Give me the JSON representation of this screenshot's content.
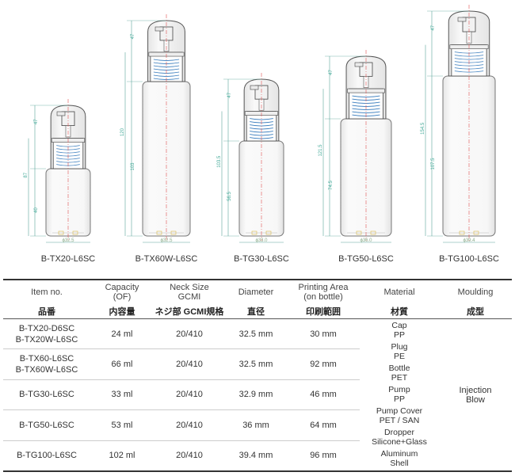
{
  "models": [
    {
      "name": "B-TX20-L6SC",
      "dims": [
        "47",
        "87",
        "40"
      ],
      "phi": "ϕ32.5"
    },
    {
      "name": "B-TX60W-L6SC",
      "dims": [
        "47",
        "120",
        "103"
      ],
      "phi": "ϕ32.5"
    },
    {
      "name": "B-TG30-L6SC",
      "dims": [
        "47",
        "103.5",
        "56.5"
      ],
      "phi": "ϕ33.0"
    },
    {
      "name": "B-TG50-L6SC",
      "dims": [
        "47",
        "121.5",
        "74.5"
      ],
      "phi": "ϕ36.0"
    },
    {
      "name": "B-TG100-L6SC",
      "dims": [
        "47",
        "154.5",
        "107.5"
      ],
      "phi": "ϕ39.4"
    }
  ],
  "table": {
    "headers_en": [
      "Item no.",
      "Capacity\n(OF)",
      "Neck Size\nGCMI",
      "Diameter",
      "Printing Area\n(on bottle)",
      "Material",
      "Moulding"
    ],
    "headers_jp": [
      "品番",
      "内容量",
      "ネジ部 GCMI規格",
      "直径",
      "印刷範囲",
      "材質",
      "成型"
    ],
    "rows": [
      {
        "item": "B-TX20-D6SC\nB-TX20W-L6SC",
        "capacity": "24 ml",
        "neck": "20/410",
        "diameter": "32.5 mm",
        "print": "30 mm"
      },
      {
        "item": "B-TX60-L6SC\nB-TX60W-L6SC",
        "capacity": "66 ml",
        "neck": "20/410",
        "diameter": "32.5 mm",
        "print": "92 mm"
      },
      {
        "item": "B-TG30-L6SC",
        "capacity": "33 ml",
        "neck": "20/410",
        "diameter": "32.9 mm",
        "print": "46 mm"
      },
      {
        "item": "B-TG50-L6SC",
        "capacity": "53 ml",
        "neck": "20/410",
        "diameter": "36 mm",
        "print": "64 mm"
      },
      {
        "item": "B-TG100-L6SC",
        "capacity": "102 ml",
        "neck": "20/410",
        "diameter": "39.4 mm",
        "print": "96 mm"
      }
    ],
    "materials": [
      {
        "part": "Cap",
        "mat": "PP"
      },
      {
        "part": "Plug",
        "mat": "PE"
      },
      {
        "part": "Bottle",
        "mat": "PET"
      },
      {
        "part": "Pump",
        "mat": "PP"
      },
      {
        "part": "Pump Cover",
        "mat": "PET / SAN"
      },
      {
        "part": "Dropper",
        "mat": "Silicone+Glass"
      },
      {
        "part": "Aluminum",
        "mat": "Shell"
      }
    ],
    "moulding": "Injection\nBlow"
  }
}
